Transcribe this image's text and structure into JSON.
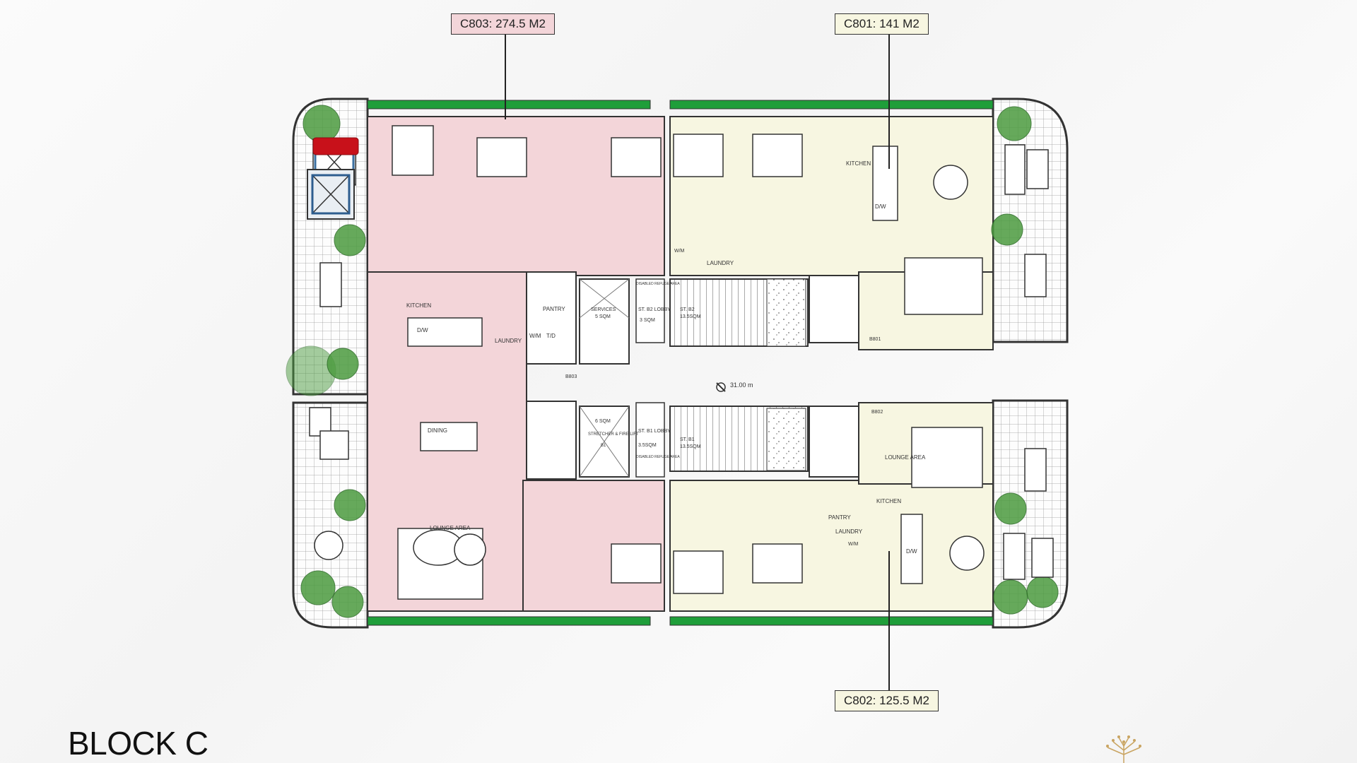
{
  "block": {
    "title": "BLOCK C"
  },
  "units": [
    {
      "id": "C803",
      "label": "C803: 274.5 M2",
      "color": "#f3d5d9"
    },
    {
      "id": "C801",
      "label": "C801: 141 M2",
      "color": "#f7f6e1"
    },
    {
      "id": "C802",
      "label": "C802: 125.5 M2",
      "color": "#f7f6e1"
    }
  ],
  "rooms": {
    "kitchen": "KITCHEN",
    "laundry": "LAUNDRY",
    "pantry": "PANTRY",
    "dining": "DINING",
    "lounge_area": "LOUNGE AREA",
    "dw": "D/W",
    "wm": "W/M",
    "td": "T/D",
    "services": "SERVICES",
    "services_area": "5 SQM",
    "lift_area": "6 SQM",
    "stretcher_lift": "STRETCHER & FIRE LIFT",
    "lift_id": "B1",
    "lobby_b2": "ST. B2 LOBBY",
    "lobby_b2_area": "3 SQM",
    "lobby_b1": "ST. B1 LOBBY",
    "lobby_b1_area": "3.5SQM",
    "stair_b2": "ST. B2",
    "stair_b2_area": "13.5SQM",
    "stair_b1": "ST. B1",
    "stair_b1_area": "13.5SQM",
    "refuge_area": "DISABLED REFUGE AREA",
    "door_b801": "B801",
    "door_b802": "B802",
    "door_b803": "B803",
    "corridor_length": "31.00 m"
  },
  "colors": {
    "unit_pink": "#f3d5d9",
    "unit_cream": "#f7f6e1",
    "planter_green": "#1f9e3a",
    "wall": "#333333"
  }
}
